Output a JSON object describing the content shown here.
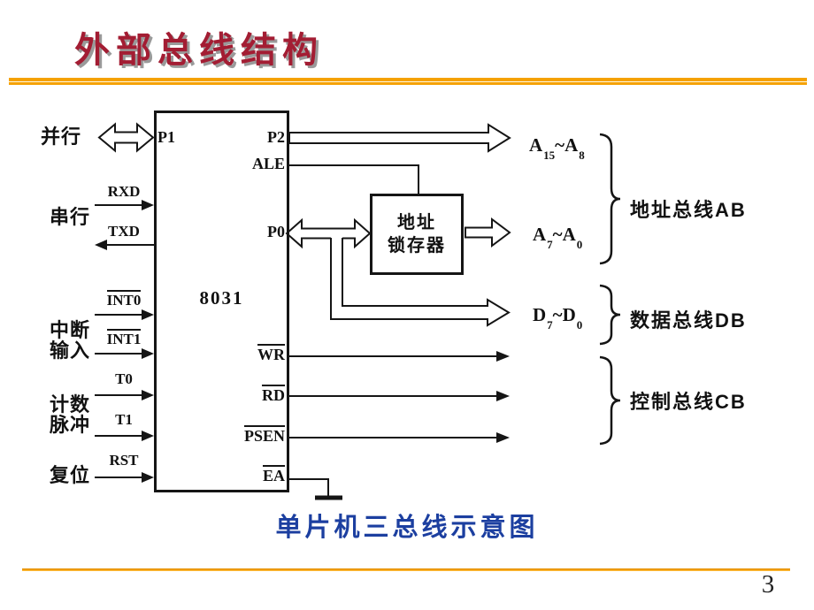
{
  "slide": {
    "title": "外部总线结构",
    "caption": "单片机三总线示意图",
    "page_number": "3"
  },
  "colors": {
    "accent_orange": "#F5A100",
    "title_red": "#A31D33",
    "caption_blue": "#1C3FA0",
    "diagram_ink": "#151515"
  },
  "chip": {
    "name": "8031",
    "pins_left": {
      "p1": "P1"
    },
    "pins_right": {
      "p2": "P2",
      "ale": "ALE",
      "p0": "P0",
      "wr": "WR",
      "rd": "RD",
      "psen": "PSEN",
      "ea": "EA"
    }
  },
  "left_side": {
    "groups": {
      "parallel": "并行",
      "serial": "串行",
      "interrupt_l1": "中断",
      "interrupt_l2": "输入",
      "counter_l1": "计数",
      "counter_l2": "脉冲",
      "reset": "复位"
    },
    "signals": {
      "rxd": "RXD",
      "txd": "TXD",
      "int0": "INT0",
      "int1": "INT1",
      "t0": "T0",
      "t1": "T1",
      "rst": "RST"
    }
  },
  "latch": {
    "line1": "地址",
    "line2": "锁存器"
  },
  "buses": {
    "a_high": {
      "base1": "A",
      "sub1": "15",
      "tilde": "~",
      "base2": "A",
      "sub2": "8"
    },
    "a_low": {
      "base1": "A",
      "sub1": "7",
      "tilde": "~",
      "base2": "A",
      "sub2": "0"
    },
    "data": {
      "base1": "D",
      "sub1": "7",
      "tilde": "~",
      "base2": "D",
      "sub2": "0"
    },
    "address_bus": "地址总线AB",
    "data_bus": "数据总线DB",
    "control_bus": "控制总线CB"
  }
}
